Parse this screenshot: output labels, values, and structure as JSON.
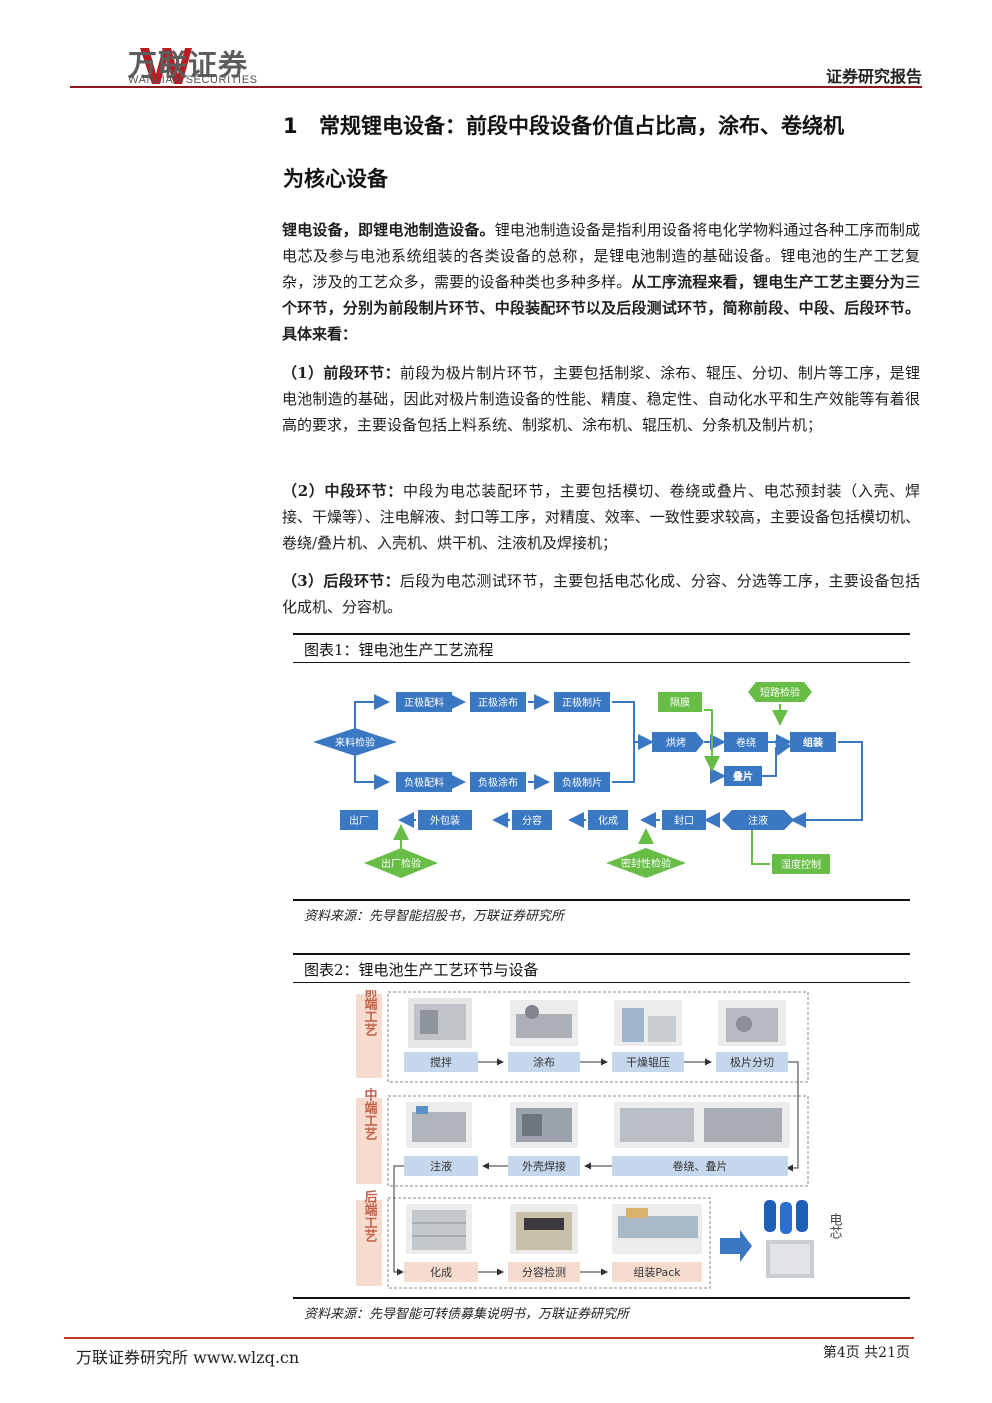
{
  "header": {
    "logo_cn": "万联证券",
    "logo_en": "WANLIAN SECURITIES",
    "report_type": "证券研究报告"
  },
  "section": {
    "number": "1",
    "title_line1": "常规锂电设备：前段中段设备价值占比高，涂布、卷绕机",
    "title_line2": "为核心设备"
  },
  "paragraphs": {
    "p1_a": "锂电设备，即锂电池制造设备。",
    "p1_b": "锂电池制造设备是指利用设备将电化学物料通过各种工序而制成电芯及参与电池系统组装的各类设备的总称，是锂电池制造的基础设备。锂电池的生产工艺复杂，涉及的工艺众多，需要的设备种类也多种多样。",
    "p1_c": "从工序流程来看，锂电生产工艺主要分为三个环节，分别为前段制片环节、中段装配环节以及后段测试环节，简称前段、中段、后段环节。具体来看：",
    "p2_a": "（1）前段环节：",
    "p2_b": "前段为极片制片环节，主要包括制浆、涂布、辊压、分切、制片等工序，是锂电池制造的基础，因此对极片制造设备的性能、精度、稳定性、自动化水平和生产效能等有着很高的要求，主要设备包括上料系统、制浆机、涂布机、辊压机、分条机及制片机；",
    "p3_a": "（2）中段环节：",
    "p3_b": "中段为电芯装配环节，主要包括模切、卷绕或叠片、电芯预封装（入壳、焊接、干燥等）、注电解液、封口等工序，对精度、效率、一致性要求较高，主要设备包括模切机、卷绕/叠片机、入壳机、烘干机、注液机及焊接机；",
    "p4_a": "（3）后段环节：",
    "p4_b": "后段为电芯测试环节，主要包括电芯化成、分容、分选等工序，主要设备包括化成机、分容机。"
  },
  "figure1": {
    "title": "图表1：锂电池生产工艺流程",
    "source": "资料来源：先导智能招股书，万联证券研究所",
    "nodes": {
      "incoming_check": "来料检验",
      "cathode_mix": "正极配料",
      "cathode_coat": "正极涂布",
      "cathode_sheet": "正极制片",
      "anode_mix": "负极配料",
      "anode_coat": "负极涂布",
      "anode_sheet": "负极制片",
      "separator": "隔膜",
      "bake": "烘烤",
      "winding": "卷绕",
      "stacking": "叠片",
      "short_check": "短路检验",
      "assembly": "组装",
      "injection": "注液",
      "humidity": "湿度控制",
      "sealing": "封口",
      "seal_check": "密封性检验",
      "formation": "化成",
      "grading": "分容",
      "packaging": "外包装",
      "shipment": "出厂",
      "shipment_check": "出厂检验"
    },
    "colors": {
      "process": "#3b78c4",
      "check": "#67bd45"
    }
  },
  "figure2": {
    "title": "图表2：锂电池生产工艺环节与设备",
    "source": "资料来源：先导智能可转债募集说明书，万联证券研究所",
    "stages": {
      "front": "前端工艺",
      "middle": "中端工艺",
      "back": "后端工艺"
    },
    "front_steps": [
      "搅拌",
      "涂布",
      "干燥辊压",
      "极片分切"
    ],
    "middle_steps": [
      "注液",
      "外壳焊接",
      "卷绕、叠片"
    ],
    "back_steps": [
      "化成",
      "分容检测",
      "组装Pack"
    ],
    "output": "电芯"
  },
  "footer": {
    "left": "万联证券研究所 www.wlzq.cn",
    "right": "第4页 共21页"
  }
}
